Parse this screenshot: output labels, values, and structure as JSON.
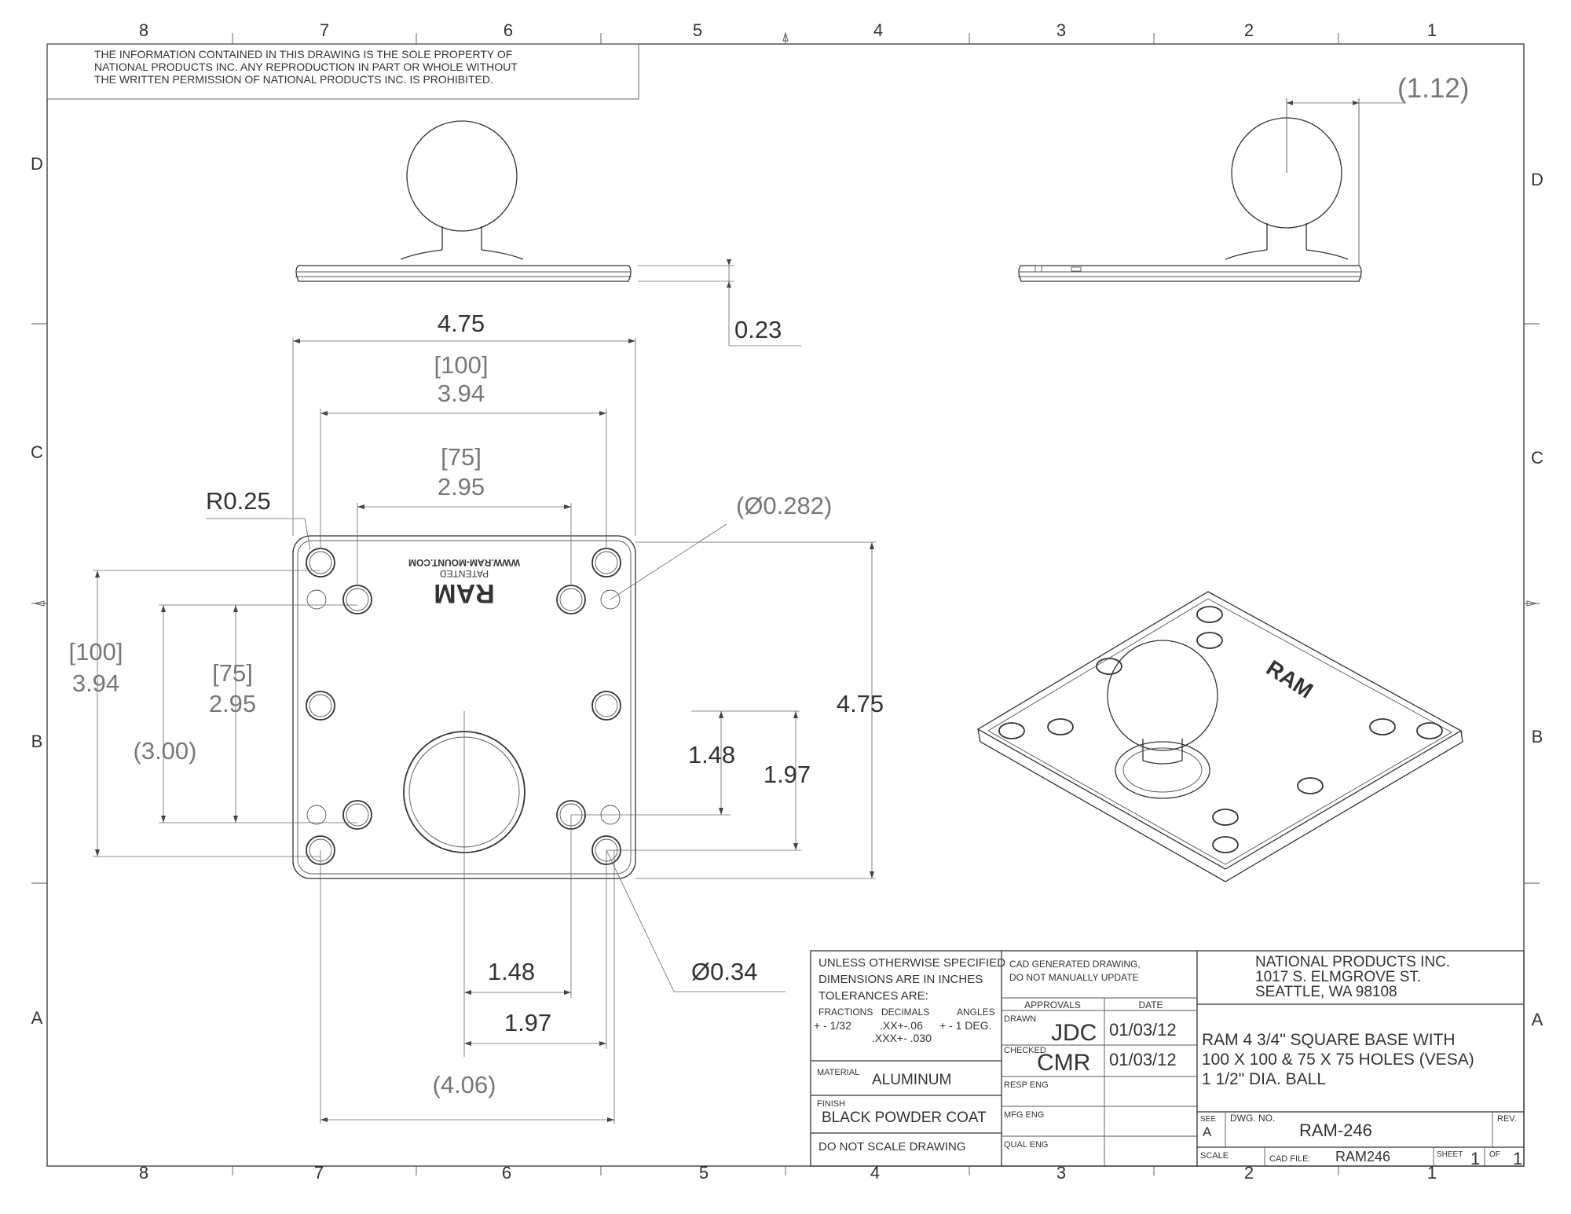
{
  "border": {
    "cols_top": [
      "8",
      "7",
      "6",
      "5",
      "4",
      "3",
      "2",
      "1"
    ],
    "cols_bottom": [
      "8",
      "7",
      "6",
      "5",
      "4",
      "3",
      "2",
      "1"
    ],
    "rows_left": [
      "D",
      "C",
      "B",
      "A"
    ],
    "rows_right": [
      "D",
      "C",
      "B",
      "A"
    ]
  },
  "notice": {
    "line1": "THE INFORMATION CONTAINED IN THIS DRAWING IS THE SOLE PROPERTY OF",
    "line2": "NATIONAL PRODUCTS INC. ANY REPRODUCTION IN PART OR WHOLE WITHOUT",
    "line3": "THE WRITTEN PERMISSION OF NATIONAL PRODUCTS INC. IS PROHIBITED."
  },
  "engraving": {
    "url": "WWW.RAM-MOUNT.COM",
    "patented": "PATENTED",
    "brand": "RAM"
  },
  "dimensions": {
    "side_offset_ref": "(1.12)",
    "plate_thickness": "0.23",
    "width": "4.75",
    "width_vesa100_mm": "[100]",
    "width_vesa100_in": "3.94",
    "width_vesa75_mm": "[75]",
    "width_vesa75_in": "2.95",
    "corner_radius": "R0.25",
    "small_hole_ref": "(Ø0.282)",
    "left_vesa100_mm": "[100]",
    "left_vesa100_in": "3.94",
    "left_vesa75_mm": "[75]",
    "left_vesa75_in": "2.95",
    "left_ref_300": "(3.00)",
    "height": "4.75",
    "right_148": "1.48",
    "right_197": "1.97",
    "bottom_148": "1.48",
    "bottom_197": "1.97",
    "bottom_ref_406": "(4.06)",
    "large_hole_dia": "Ø0.34"
  },
  "title_block": {
    "tolerance_l1": "UNLESS OTHERWISE SPECIFIED",
    "tolerance_l2": "DIMENSIONS ARE IN INCHES",
    "tolerance_l3": "TOLERANCES ARE:",
    "fractions_label": "FRACTIONS",
    "decimals_label": "DECIMALS",
    "angles_label": "ANGLES",
    "fractions_value": "+ - 1/32",
    "decimals_xx": ".XX+-.06",
    "decimals_xxx": ".XXX+- .030",
    "angles_value": "+ - 1 DEG.",
    "material_label": "MATERIAL",
    "material_value": "ALUMINUM",
    "finish_label": "FINISH",
    "finish_value": "BLACK POWDER COAT",
    "no_scale": "DO NOT SCALE DRAWING",
    "cad_note_l1": "CAD GENERATED DRAWING,",
    "cad_note_l2": "DO NOT MANUALLY UPDATE",
    "approvals_label": "APPROVALS",
    "date_label": "DATE",
    "drawn_label": "DRAWN",
    "drawn_by": "JDC",
    "drawn_date": "01/03/12",
    "checked_label": "CHECKED",
    "checked_by": "CMR",
    "checked_date": "01/03/12",
    "resp_eng": "RESP ENG",
    "mfg_eng": "MFG ENG",
    "qual_eng": "QUAL ENG",
    "company_l1": "NATIONAL PRODUCTS INC.",
    "company_l2": "1017 S. ELMGROVE ST.",
    "company_l3": "SEATTLE, WA 98108",
    "title_l1": "RAM 4 3/4\" SQUARE BASE WITH",
    "title_l2": "100 X 100 & 75 X 75 HOLES (VESA)",
    "title_l3": "1 1/2\" DIA. BALL",
    "see_label": "SEE",
    "see_value": "A",
    "dwg_no_label": "DWG. NO.",
    "dwg_no_value": "RAM-246",
    "rev_label": "REV.",
    "scale_label": "SCALE",
    "cad_file_label": "CAD FILE:",
    "cad_file_value": "RAM246",
    "sheet_label": "SHEET",
    "sheet_value": "1",
    "of_label": "OF",
    "of_value": "1"
  }
}
